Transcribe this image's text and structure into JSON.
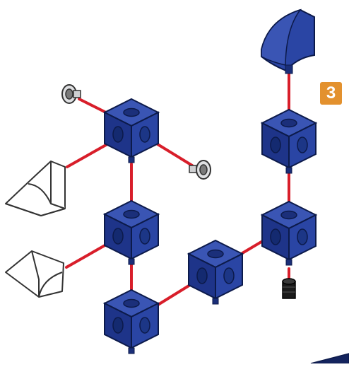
{
  "step": {
    "number": "3",
    "badge_color": "#e3912e"
  },
  "colors": {
    "cube_top": "#3a55b4",
    "cube_left": "#1e3489",
    "cube_right": "#2a45a4",
    "connector_line": "#d81e2a",
    "outline": "#0c1a4a",
    "peg": "#dfe0e2",
    "cap": "#1b1b1b"
  },
  "parts": {
    "cubes": 6,
    "wedges": 2,
    "pegs": 2,
    "curved_cap": 1,
    "black_cap": 1
  }
}
